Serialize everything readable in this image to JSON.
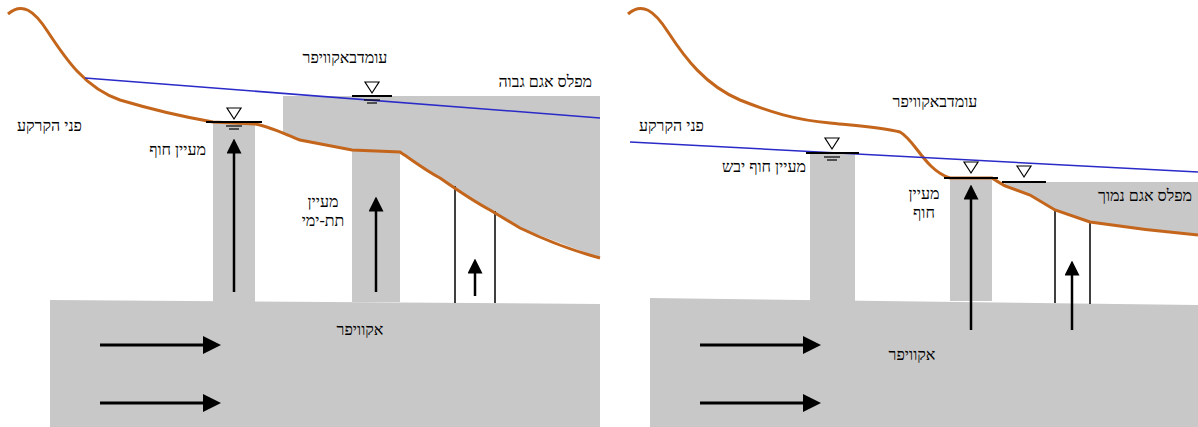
{
  "diagram": {
    "labels": [
      "עומדבאקוויפר",
      "פני הקרקע",
      "מעיין חוף",
      "מפלס אגם גבוה",
      "מעיין תת-ימי",
      "אקוויפר",
      "פני הקרקע",
      "עומדבאקוויפר",
      "מעיין חוף יבש",
      "מעיין חוף",
      "מפלס אגם נמוך",
      "אקוויפר"
    ]
  }
}
